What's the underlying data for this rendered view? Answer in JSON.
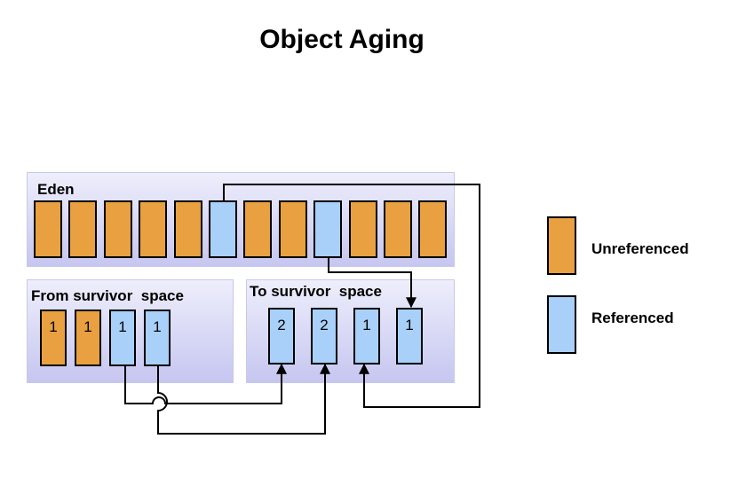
{
  "title": "Object Aging",
  "colors": {
    "unreferenced": "#e8a040",
    "referenced": "#a8d0f8"
  },
  "eden": {
    "label": "Eden",
    "objects": [
      "unref",
      "unref",
      "unref",
      "unref",
      "unref",
      "ref",
      "unref",
      "unref",
      "ref",
      "unref",
      "unref",
      "unref"
    ]
  },
  "from_survivor": {
    "label": "From survivor  space",
    "objects": [
      {
        "kind": "unref",
        "age": "1"
      },
      {
        "kind": "unref",
        "age": "1"
      },
      {
        "kind": "ref",
        "age": "1"
      },
      {
        "kind": "ref",
        "age": "1"
      }
    ]
  },
  "to_survivor": {
    "label": "To survivor  space",
    "objects": [
      {
        "kind": "ref",
        "age": "2"
      },
      {
        "kind": "ref",
        "age": "2"
      },
      {
        "kind": "ref",
        "age": "1"
      },
      {
        "kind": "ref",
        "age": "1"
      }
    ]
  },
  "legend": {
    "unreferenced_label": "Unreferenced",
    "referenced_label": "Referenced"
  }
}
